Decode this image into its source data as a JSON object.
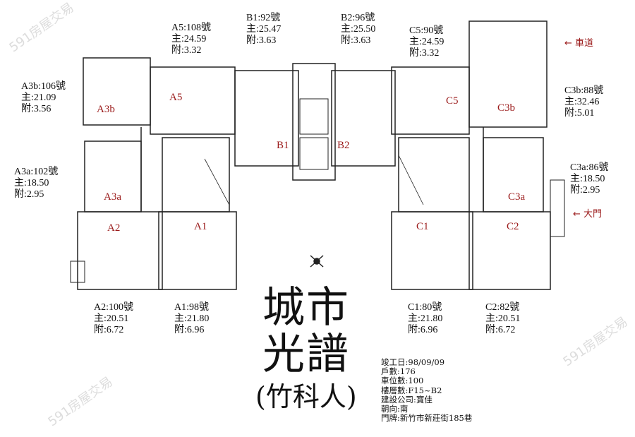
{
  "watermark": "591房屋交易",
  "units": [
    {
      "id": "A5",
      "label": "A5:108號",
      "main": "主:24.59",
      "attached": "附:3.32"
    },
    {
      "id": "B1",
      "label": "B1:92號",
      "main": "主:25.47",
      "attached": "附:3.63"
    },
    {
      "id": "B2",
      "label": "B2:96號",
      "main": "主:25.50",
      "attached": "附:3.63"
    },
    {
      "id": "C5",
      "label": "C5:90號",
      "main": "主:24.59",
      "attached": "附:3.32"
    },
    {
      "id": "A3b",
      "label": "A3b:106號",
      "main": "主:21.09",
      "attached": "附:3.56"
    },
    {
      "id": "C3b",
      "label": "C3b:88號",
      "main": "主:32.46",
      "attached": "附:5.01"
    },
    {
      "id": "A3a",
      "label": "A3a:102號",
      "main": "主:18.50",
      "attached": "附:2.95"
    },
    {
      "id": "C3a",
      "label": "C3a:86號",
      "main": "主:18.50",
      "attached": "附:2.95"
    },
    {
      "id": "A2",
      "label": "A2:100號",
      "main": "主:20.51",
      "attached": "附:6.72"
    },
    {
      "id": "A1",
      "label": "A1:98號",
      "main": "主:21.80",
      "attached": "附:6.96"
    },
    {
      "id": "C1",
      "label": "C1:80號",
      "main": "主:21.80",
      "attached": "附:6.96"
    },
    {
      "id": "C2",
      "label": "C2:82號",
      "main": "主:20.51",
      "attached": "附:6.72"
    }
  ],
  "plan_labels": [
    "A3b",
    "A5",
    "B1",
    "B2",
    "C5",
    "C3b",
    "A3a",
    "C3a",
    "A2",
    "A1",
    "C1",
    "C2"
  ],
  "arrows": {
    "driveway": "← 車道",
    "gate": "← 大門"
  },
  "title": {
    "line1": "城市",
    "line2": "光譜",
    "line3": "(竹科人)"
  },
  "info": [
    "竣工日:98/09/09",
    "戶數:176",
    "車位數:100",
    "樓層數:F15~B2",
    "建設公司:寶佳",
    "朝向:南",
    "門牌:新竹市新莊街185巷"
  ],
  "colors": {
    "unit_label": "#9b1b1b",
    "wall": "#222222"
  }
}
